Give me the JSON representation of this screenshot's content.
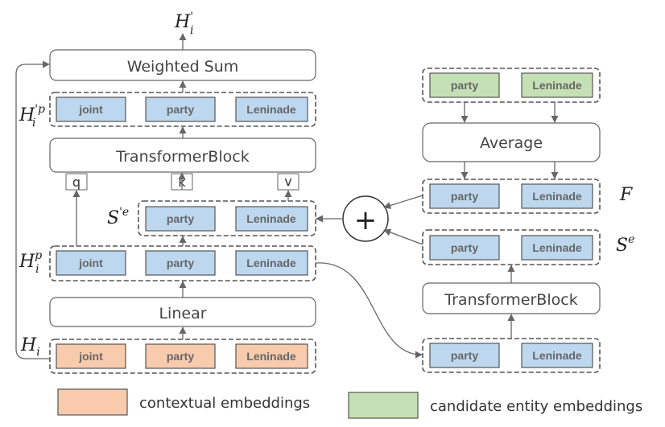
{
  "blocks": {
    "weighted_sum": "Weighted Sum",
    "transformer_left": "TransformerBlock",
    "linear": "Linear",
    "average": "Average",
    "transformer_right": "TransformerBlock",
    "plus": "+"
  },
  "qkv": {
    "q": "q",
    "k": "k",
    "v": "v"
  },
  "tokens": {
    "output_row": [
      "joint",
      "party",
      "Leninade"
    ],
    "projected_row": [
      "joint",
      "party",
      "Leninade"
    ],
    "contextual_row": [
      "joint",
      "party",
      "Leninade"
    ],
    "s_prime_row": [
      "party",
      "Leninade"
    ],
    "candidate_row": [
      "party",
      "Leninade"
    ],
    "f_row": [
      "party",
      "Leninade"
    ],
    "se_row": [
      "party",
      "Leninade"
    ],
    "bottom_right_row": [
      "party",
      "Leninade"
    ]
  },
  "math_labels": {
    "h_prime": {
      "base": "H",
      "sub": "i",
      "sup": "'"
    },
    "h_prime_p": {
      "base": "H",
      "sub": "i",
      "sup": "'p"
    },
    "h_p": {
      "base": "H",
      "sub": "i",
      "sup": "p"
    },
    "h": {
      "base": "H",
      "sub": "i"
    },
    "s_prime_e": {
      "base": "S",
      "sup": "'e"
    },
    "f": {
      "base": "F"
    },
    "s_e": {
      "base": "S",
      "sup": "e"
    }
  },
  "legend": {
    "contextual": "contextual embeddings",
    "candidate": "candidate entity embeddings"
  },
  "colors": {
    "blue": "#bdd7ee",
    "orange": "#f8cbad",
    "green": "#c5e0b4",
    "border": "#666666",
    "arrow": "#666666"
  }
}
